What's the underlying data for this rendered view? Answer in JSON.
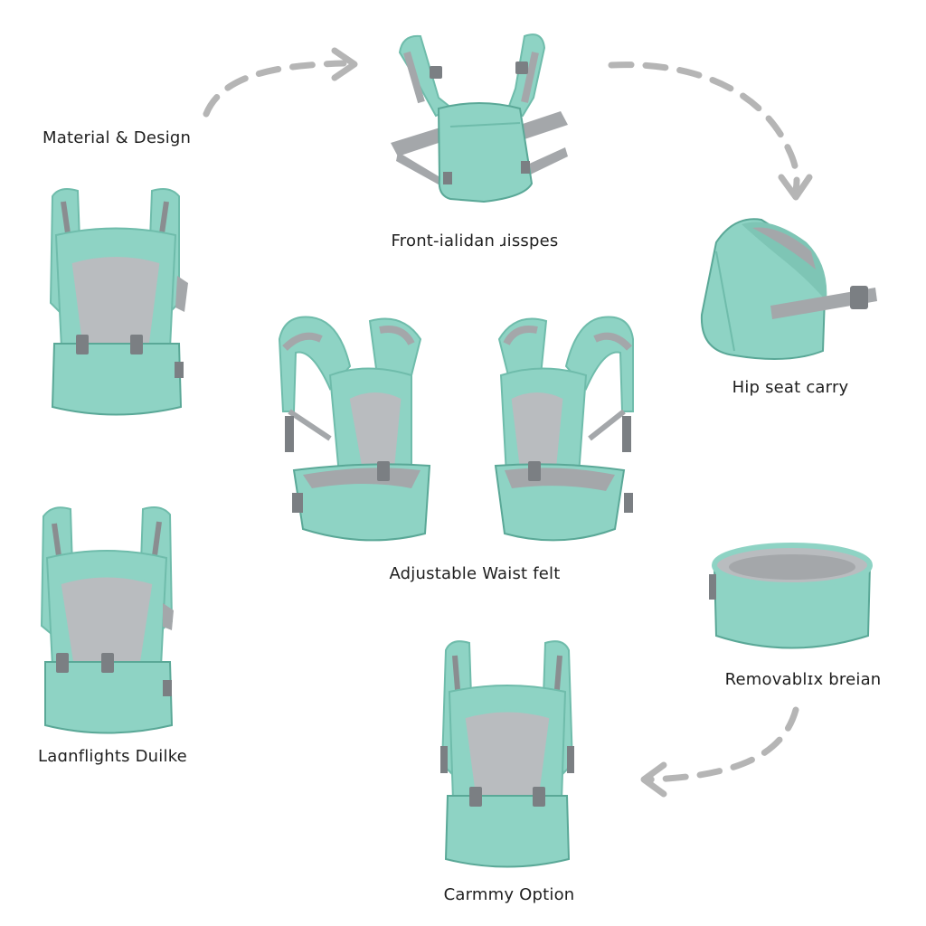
{
  "colors": {
    "fabric": "#8ed3c4",
    "fabric_dark": "#6fbcab",
    "fabric_shadow": "#5aa897",
    "mesh": "#b9bcbf",
    "strap_grey": "#a4a7aa",
    "buckle": "#7b7f83",
    "arrow_grey": "#b5b5b5"
  },
  "labels": {
    "material_design": "Material & Design",
    "front_facing": "Front-ialidan ɹisspes",
    "hip_seat": "Hip seat carry",
    "adjustable_waist": "Adjustable Waist felt",
    "removable": "Removablɪx breian",
    "lightweight": "Laɑnflights Duilke",
    "carry_option": "Carmmy Option"
  },
  "icons": [
    "dashed-arrow-icon",
    "baby-carrier-icon",
    "hip-seat-icon",
    "waist-pad-icon"
  ]
}
